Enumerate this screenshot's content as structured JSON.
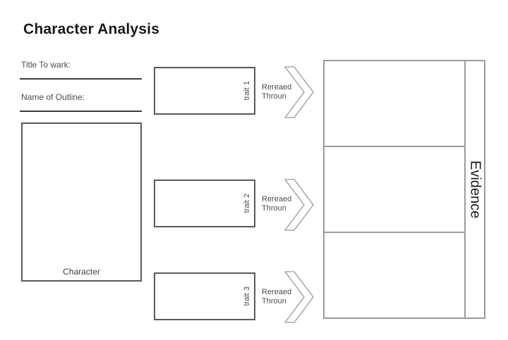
{
  "title": "Character Analysis",
  "fields": {
    "title_of_work_label": "Title To wark:",
    "name_of_outline_label": "Name of Outline:"
  },
  "character": {
    "label": "Character"
  },
  "traits": [
    {
      "label": "trait 1",
      "arrow": {
        "line1": "Rereaed",
        "line2": "Throun"
      }
    },
    {
      "label": "trait 2",
      "arrow": {
        "line1": "Rereaed",
        "line2": "Throun"
      }
    },
    {
      "label": "trait 3",
      "arrow": {
        "line1": "Rereaed",
        "line2": "Throun"
      }
    }
  ],
  "evidence": {
    "label": "Evidence"
  },
  "colors": {
    "background": "#ffffff",
    "box_border": "#595959",
    "panel_border": "#9b9b9b",
    "underline": "#3d3d3d",
    "chevron_stroke": "#a8a8a8",
    "text_primary": "#1a1a1a",
    "text_secondary": "#4d4d4d"
  }
}
